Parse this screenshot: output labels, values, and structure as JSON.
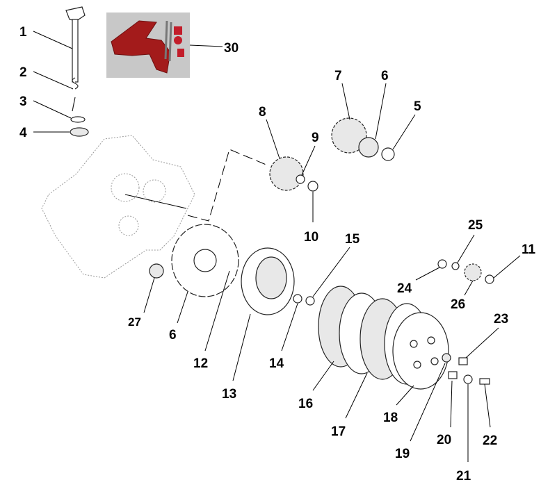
{
  "diagram": {
    "title_hidden": "",
    "callouts": [
      "1",
      "2",
      "3",
      "4",
      "30",
      "7",
      "6",
      "5",
      "8",
      "9",
      "10",
      "25",
      "11",
      "15",
      "24",
      "26",
      "23",
      "27",
      "6",
      "12",
      "13",
      "14",
      "16",
      "17",
      "18",
      "19",
      "20",
      "21",
      "22"
    ]
  }
}
